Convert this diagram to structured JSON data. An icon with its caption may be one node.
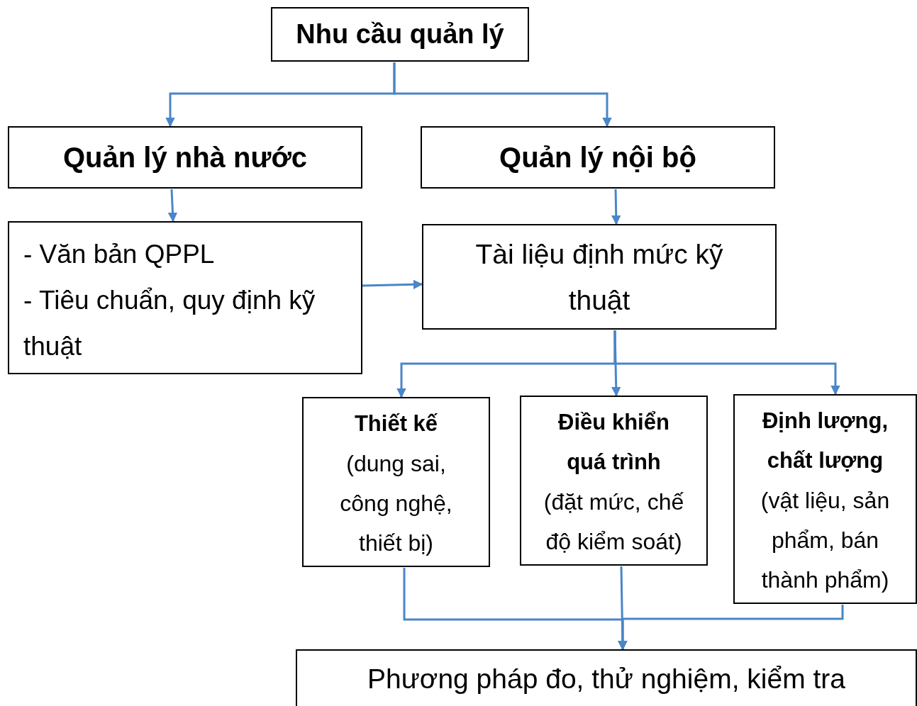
{
  "diagram": {
    "nodes": [
      {
        "text": [
          "Nhu cầu quản lý"
        ]
      },
      {
        "text": [
          "Quản lý nhà nước"
        ]
      },
      {
        "text": [
          "Quản lý nội bộ"
        ]
      },
      {
        "text": [
          "- Văn bản QPPL",
          "- Tiêu chuẩn, quy định kỹ thuật"
        ]
      },
      {
        "text": [
          "Tài liệu định mức kỹ thuật"
        ]
      },
      {
        "text": [
          "Thiết kế",
          "(dung sai, công nghệ, thiết bị)"
        ]
      },
      {
        "text": [
          "Điều khiển quá trình",
          "(đặt mức, chế độ kiểm soát)"
        ]
      },
      {
        "text": [
          "Định lượng, chất lượng",
          "(vật liệu, sản phẩm, bán thành phẩm)"
        ]
      },
      {
        "text": [
          "Phương pháp đo, thử nghiệm, kiểm tra"
        ]
      }
    ],
    "edges": [
      {
        "from": 0,
        "to": 1,
        "arrow": "to"
      },
      {
        "from": 0,
        "to": 2,
        "arrow": "to"
      },
      {
        "from": 1,
        "to": 3,
        "arrow": "to"
      },
      {
        "from": 2,
        "to": 4,
        "arrow": "to"
      },
      {
        "from": 3,
        "to": 4,
        "arrow": "to"
      },
      {
        "from": 4,
        "to": 5,
        "arrow": "to"
      },
      {
        "from": 4,
        "to": 6,
        "arrow": "to"
      },
      {
        "from": 4,
        "to": 7,
        "arrow": "to"
      },
      {
        "from": 5,
        "to": 8,
        "arrow": "to"
      },
      {
        "from": 6,
        "to": 8,
        "arrow": "to"
      },
      {
        "from": 7,
        "to": 8,
        "arrow": "to"
      }
    ]
  }
}
